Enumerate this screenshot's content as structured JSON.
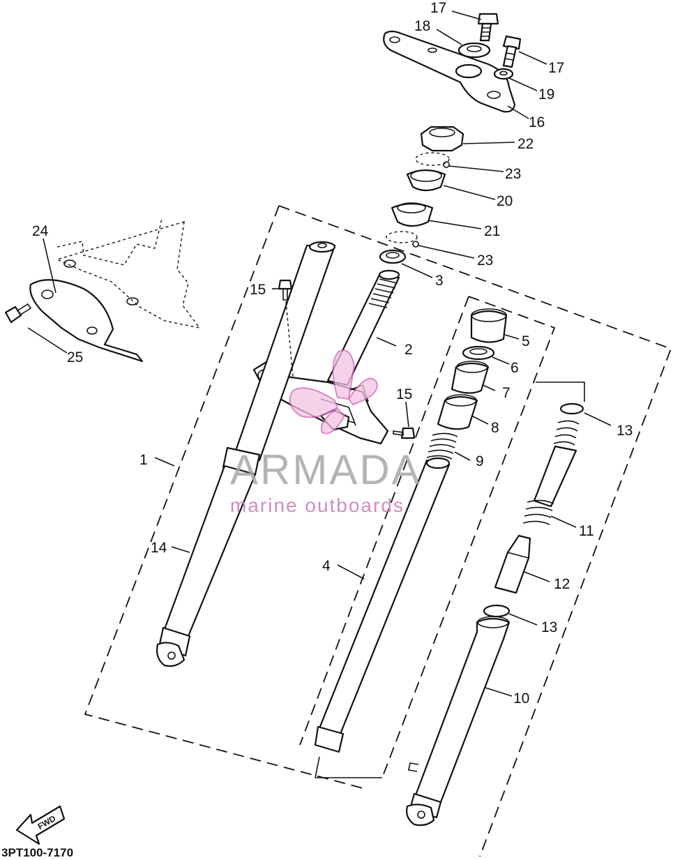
{
  "callouts": [
    {
      "id": "c17a",
      "text": "17"
    },
    {
      "id": "c18",
      "text": "18"
    },
    {
      "id": "c17b",
      "text": "17"
    },
    {
      "id": "c19",
      "text": "19"
    },
    {
      "id": "c16",
      "text": "16"
    },
    {
      "id": "c22",
      "text": "22"
    },
    {
      "id": "c23a",
      "text": "23"
    },
    {
      "id": "c20",
      "text": "20"
    },
    {
      "id": "c21",
      "text": "21"
    },
    {
      "id": "c23b",
      "text": "23"
    },
    {
      "id": "c3",
      "text": "3"
    },
    {
      "id": "c24",
      "text": "24"
    },
    {
      "id": "c15a",
      "text": "15"
    },
    {
      "id": "c2",
      "text": "2"
    },
    {
      "id": "c5",
      "text": "5"
    },
    {
      "id": "c6",
      "text": "6"
    },
    {
      "id": "c25",
      "text": "25"
    },
    {
      "id": "c15b",
      "text": "15"
    },
    {
      "id": "c7",
      "text": "7"
    },
    {
      "id": "c8",
      "text": "8"
    },
    {
      "id": "c13a",
      "text": "13"
    },
    {
      "id": "c9",
      "text": "9"
    },
    {
      "id": "c1",
      "text": "1"
    },
    {
      "id": "c11",
      "text": "11"
    },
    {
      "id": "c14",
      "text": "14"
    },
    {
      "id": "c4",
      "text": "4"
    },
    {
      "id": "c12",
      "text": "12"
    },
    {
      "id": "c13b",
      "text": "13"
    },
    {
      "id": "c10",
      "text": "10"
    }
  ],
  "watermark": {
    "brand": "ARMADA",
    "tagline": "marine outboards"
  },
  "fwd_label": "FWD",
  "diagram_code": "3PT100-7170"
}
